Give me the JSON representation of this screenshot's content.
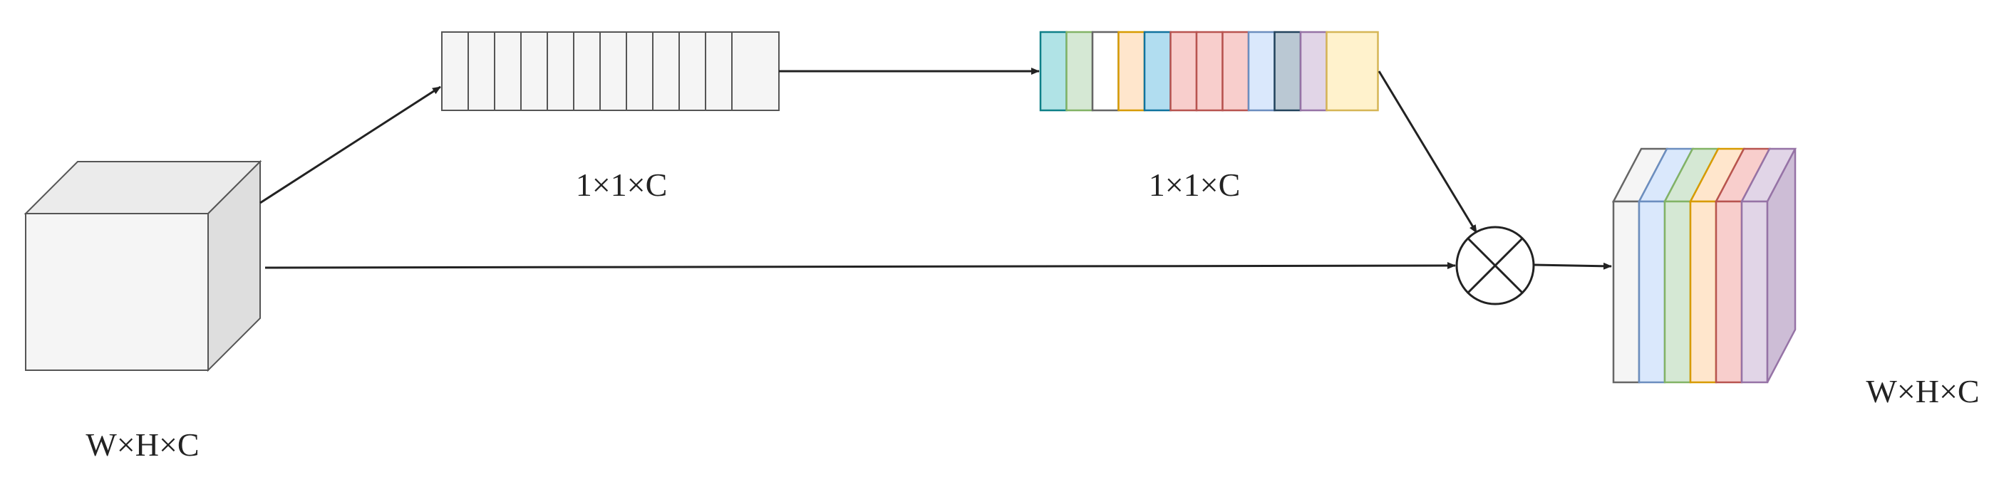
{
  "labels": {
    "input_dims": "W×H×C",
    "pooled_dims": "1×1×C",
    "weights_dims": "1×1×C",
    "output_dims": "W×H×C"
  },
  "operator": {
    "icon": "multiply-circle-icon"
  },
  "colors": {
    "line": "#222222",
    "box_fill": "#f5f5f5",
    "box_side": "#dedede",
    "box_stroke": "#555555",
    "weight_cells": [
      {
        "fill": "#b0e3e6",
        "stroke": "#0e8088"
      },
      {
        "fill": "#d5e8d4",
        "stroke": "#82b366"
      },
      {
        "fill": "#ffffff",
        "stroke": "#666666"
      },
      {
        "fill": "#ffe6cc",
        "stroke": "#d79b00"
      },
      {
        "fill": "#b1ddf0",
        "stroke": "#10739e"
      },
      {
        "fill": "#f8cecc",
        "stroke": "#b85450"
      },
      {
        "fill": "#f8cecc",
        "stroke": "#b85450"
      },
      {
        "fill": "#f8cecc",
        "stroke": "#b85450"
      },
      {
        "fill": "#dae8fc",
        "stroke": "#6c8ebf"
      },
      {
        "fill": "#bac8d3",
        "stroke": "#23445d"
      },
      {
        "fill": "#e1d5e7",
        "stroke": "#9673a6"
      },
      {
        "fill": "#fff2cc",
        "stroke": "#d6b656"
      }
    ],
    "output_slices": [
      {
        "fill": "#f5f5f5",
        "stroke": "#666666"
      },
      {
        "fill": "#dae8fc",
        "stroke": "#6c8ebf"
      },
      {
        "fill": "#d5e8d4",
        "stroke": "#82b366"
      },
      {
        "fill": "#ffe6cc",
        "stroke": "#d79b00"
      },
      {
        "fill": "#f8cecc",
        "stroke": "#b85450"
      },
      {
        "fill": "#e1d5e7",
        "stroke": "#9673a6"
      }
    ],
    "output_side": {
      "fill": "#cdbdd6",
      "stroke": "#9673a6"
    }
  }
}
